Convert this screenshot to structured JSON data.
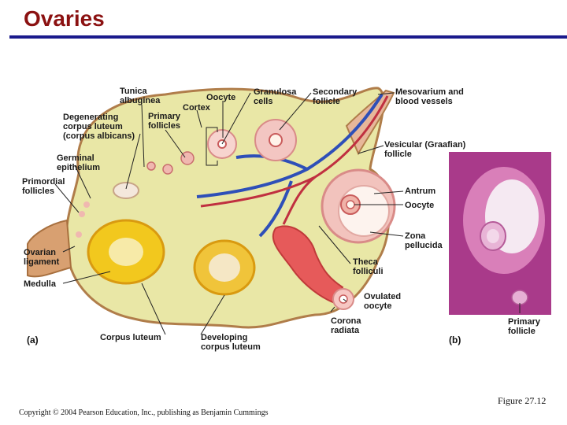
{
  "slide": {
    "title": "Ovaries"
  },
  "labels": {
    "tunica": [
      "Tunica",
      "albuginea"
    ],
    "oocyte_top": "Oocyte",
    "granulosa": [
      "Granulosa",
      "cells"
    ],
    "secondary": [
      "Secondary",
      "follicle"
    ],
    "mesovarium": [
      "Mesovarium and",
      "blood vessels"
    ],
    "cortex": "Cortex",
    "degenerating": [
      "Degenerating",
      "corpus luteum",
      "(corpus albicans)"
    ],
    "primary_follicles": [
      "Primary",
      "follicles"
    ],
    "vesicular": [
      "Vesicular (Graafian)",
      "follicle"
    ],
    "germinal": [
      "Germinal",
      "epithelium"
    ],
    "primordial": [
      "Primordial",
      "follicles"
    ],
    "antrum": "Antrum",
    "oocyte_right": "Oocyte",
    "zona": [
      "Zona",
      "pellucida"
    ],
    "ovarian_ligament": [
      "Ovarian",
      "ligament"
    ],
    "medulla": "Medulla",
    "theca": [
      "Theca",
      "folliculi"
    ],
    "ovulated": [
      "Ovulated",
      "oocyte"
    ],
    "corona": [
      "Corona",
      "radiata"
    ],
    "corpus_luteum": "Corpus luteum",
    "developing": [
      "Developing",
      "corpus luteum"
    ],
    "primary_follicle_b": [
      "Primary",
      "follicle"
    ]
  },
  "panels": {
    "a": "(a)",
    "b": "(b)"
  },
  "figure_ref": "Figure 27.12",
  "copyright": "Copyright © 2004 Pearson Education, Inc., publishing as Benjamin Cummings"
}
